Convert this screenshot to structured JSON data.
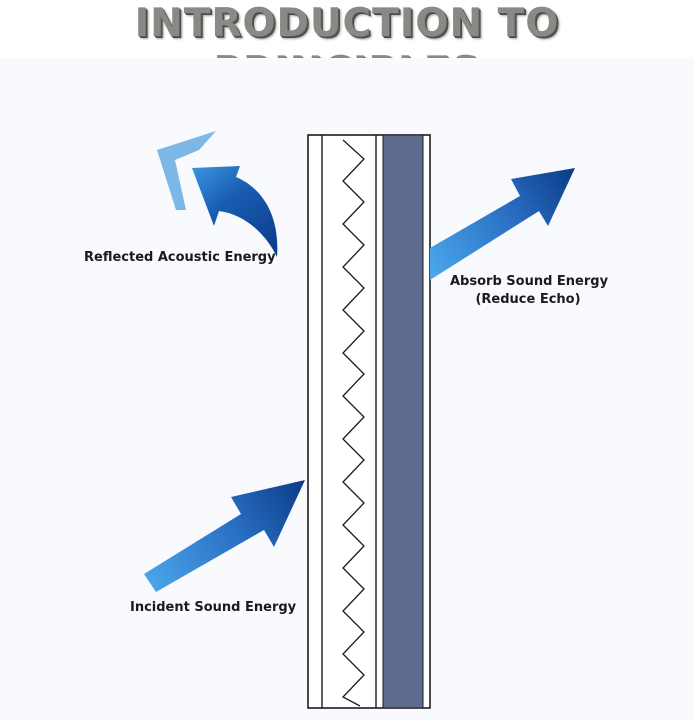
{
  "title": "INTRODUCTION TO PRINCIPLES",
  "labels": {
    "reflected": "Reflected Acoustic Energy",
    "absorb_line1": "Absorb Sound Energy",
    "absorb_line2": "(Reduce Echo)",
    "incident": "Incident Sound Energy"
  },
  "colors": {
    "arrow_dark": "#0a3b86",
    "arrow_light": "#3da0e6",
    "absorber": "#5d6c8e",
    "outline": "#1c1c1c",
    "title": "#8b8985"
  },
  "icons": {
    "incident": "arrow-up-right",
    "reflected": "curved-arrow-up-left",
    "absorb": "arrow-up-right"
  }
}
